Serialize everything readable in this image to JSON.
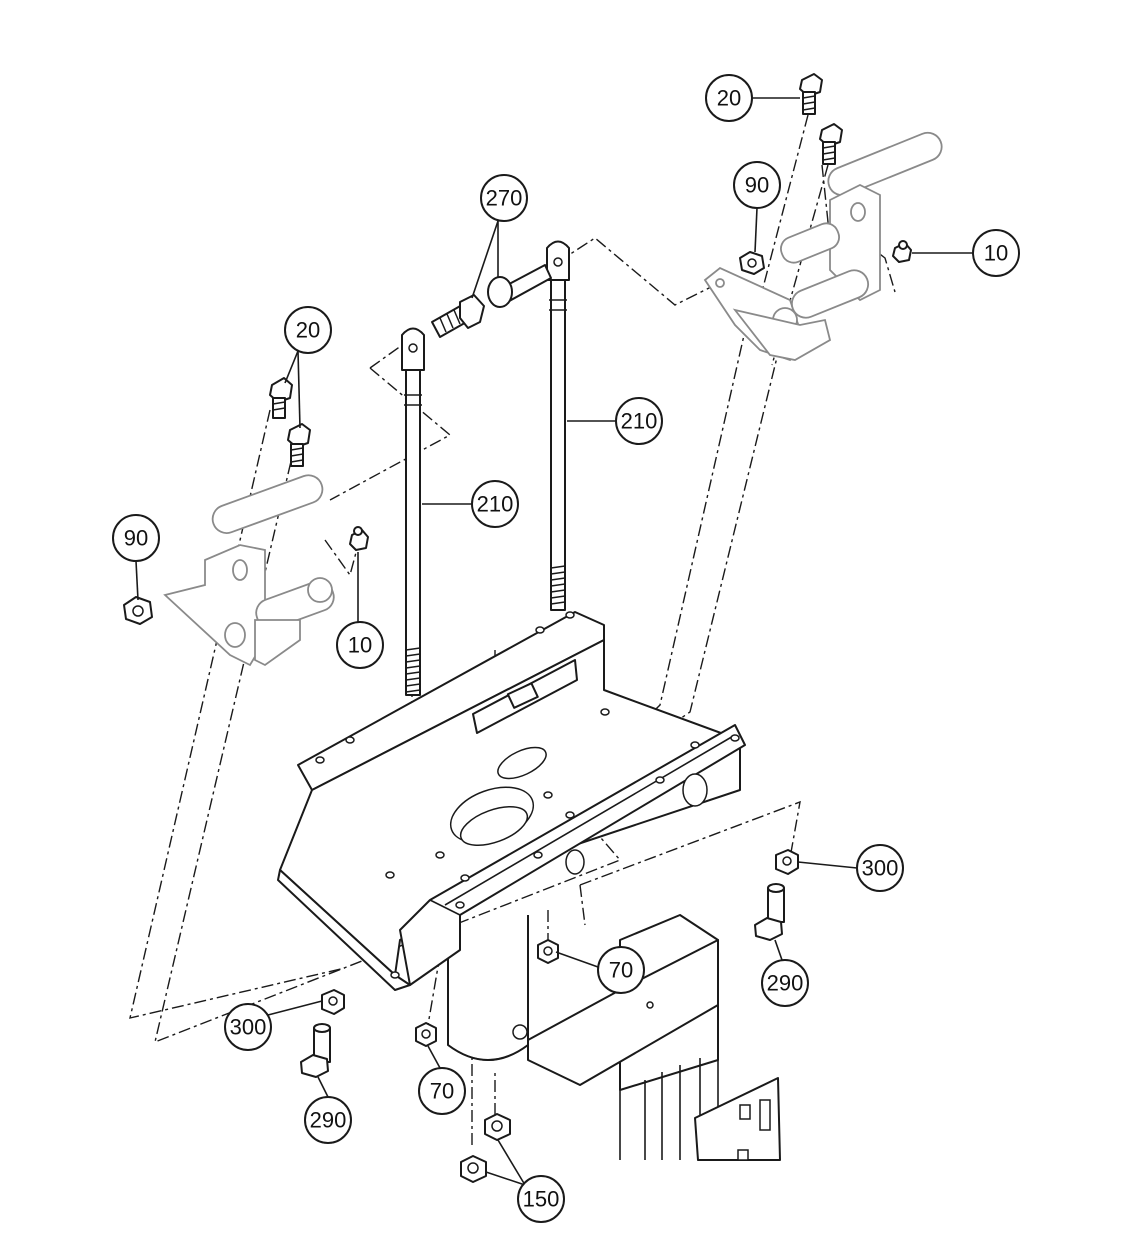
{
  "callouts": {
    "c_20_top": "20",
    "c_90_right": "90",
    "c_10_right": "10",
    "c_270": "270",
    "c_20_left": "20",
    "c_210_right": "210",
    "c_210_left": "210",
    "c_90_left": "90",
    "c_10_left": "10",
    "c_300_right": "300",
    "c_70_right": "70",
    "c_290_right": "290",
    "c_300_left": "300",
    "c_290_left": "290",
    "c_70_left": "70",
    "c_150": "150"
  },
  "colors": {
    "line": "#1a1a1a",
    "ghost": "#8a8a8a",
    "background": "#ffffff"
  }
}
